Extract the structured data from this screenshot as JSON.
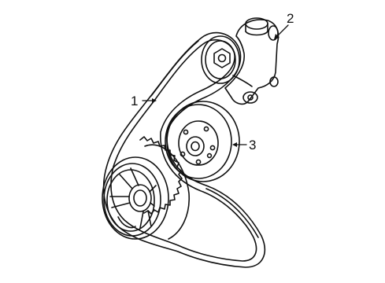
{
  "diagram": {
    "callouts": [
      {
        "number": "1",
        "part": "serpentine-belt"
      },
      {
        "number": "2",
        "part": "belt-tensioner"
      },
      {
        "number": "3",
        "part": "idler-pulley"
      }
    ],
    "colors": {
      "line": "#111111",
      "background": "#ffffff"
    }
  }
}
